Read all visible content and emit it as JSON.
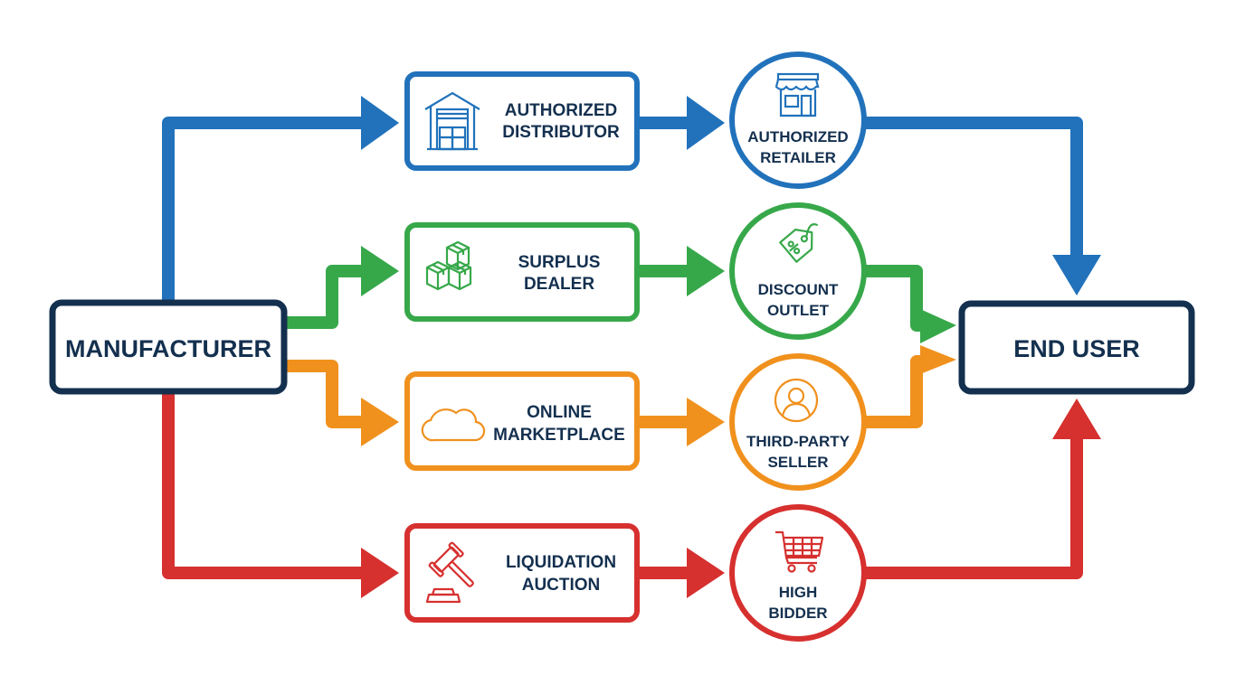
{
  "colors": {
    "navy": "#14304f",
    "blue": "#2172bb",
    "green": "#37a84a",
    "orange": "#f0911e",
    "red": "#d6302f",
    "text": "#14304f"
  },
  "nodes": {
    "source": {
      "label": "MANUFACTURER"
    },
    "target": {
      "label": "END USER"
    }
  },
  "channels": [
    {
      "color": "blue",
      "intermediary": {
        "lines": [
          "AUTHORIZED",
          "DISTRIBUTOR"
        ],
        "icon": "warehouse-icon"
      },
      "seller": {
        "lines": [
          "AUTHORIZED",
          "RETAILER"
        ],
        "icon": "storefront-icon"
      }
    },
    {
      "color": "green",
      "intermediary": {
        "lines": [
          "SURPLUS",
          "DEALER"
        ],
        "icon": "boxes-icon"
      },
      "seller": {
        "lines": [
          "DISCOUNT",
          "OUTLET"
        ],
        "icon": "price-tag-icon"
      }
    },
    {
      "color": "orange",
      "intermediary": {
        "lines": [
          "ONLINE",
          "MARKETPLACE"
        ],
        "icon": "cloud-icon"
      },
      "seller": {
        "lines": [
          "THIRD-PARTY",
          "SELLER"
        ],
        "icon": "user-icon"
      }
    },
    {
      "color": "red",
      "intermediary": {
        "lines": [
          "LIQUIDATION",
          "AUCTION"
        ],
        "icon": "gavel-icon"
      },
      "seller": {
        "lines": [
          "HIGH",
          "BIDDER"
        ],
        "icon": "shopping-cart-icon"
      }
    }
  ]
}
